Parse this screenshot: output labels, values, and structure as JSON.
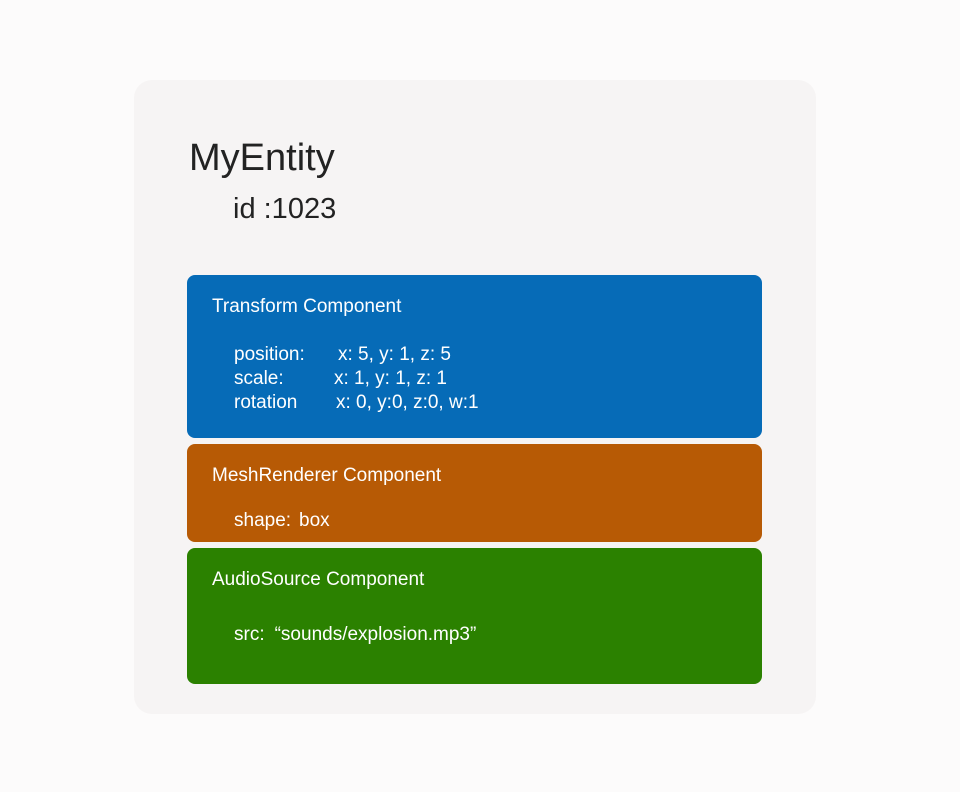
{
  "entity": {
    "name": "MyEntity",
    "id_label": "id :1023"
  },
  "components": {
    "transform": {
      "title": "Transform Component",
      "color": "#066bb7",
      "props": [
        {
          "key": "position:",
          "value": "x: 5, y: 1, z: 5"
        },
        {
          "key": "scale:",
          "value": "x: 1, y: 1, z: 1"
        },
        {
          "key": "rotation",
          "value": "x: 0, y:0, z:0, w:1"
        }
      ]
    },
    "mesh_renderer": {
      "title": "MeshRenderer Component",
      "color": "#b75a05",
      "props": [
        {
          "key": "shape:",
          "value": "box"
        }
      ]
    },
    "audio_source": {
      "title": "AudioSource Component",
      "color": "#2b8100",
      "props": [
        {
          "key": "src:",
          "value": "“sounds/explosion.mp3”"
        }
      ]
    }
  }
}
